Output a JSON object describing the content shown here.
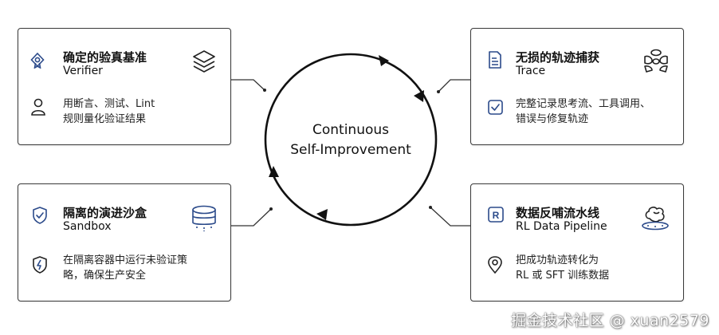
{
  "center": {
    "line1": "Continuous",
    "line2": "Self-Improvement"
  },
  "cards": {
    "verifier": {
      "title_cn": "确定的验真基准",
      "title_en": "Verifier",
      "desc_line1": "用断言、测试、Lint",
      "desc_line2": "规则量化验证结果",
      "icons": [
        "verified-badge-icon",
        "layers-icon",
        "person-icon"
      ]
    },
    "trace": {
      "title_cn": "无损的轨迹捕获",
      "title_en": "Trace",
      "desc_line1": "完整记录思考流、工具调用、",
      "desc_line2": "错误与修复轨迹",
      "icons": [
        "document-icon",
        "flow-nodes-icon",
        "check-square-icon"
      ]
    },
    "sandbox": {
      "title_cn": "隔离的演进沙盒",
      "title_en": "Sandbox",
      "desc_line1": "在隔离容器中运行未验证策",
      "desc_line2": "略，确保生产安全",
      "icons": [
        "shield-check-icon",
        "database-icon",
        "shield-lightning-icon"
      ]
    },
    "pipeline": {
      "title_cn": "数据反哺流水线",
      "title_en": "RL Data Pipeline",
      "desc_line1": "把成功轨迹转化为",
      "desc_line2": "RL 或 SFT 训练数据",
      "icons": [
        "r-square-icon",
        "brain-icon",
        "location-pin-icon"
      ]
    }
  },
  "watermark": "掘金技术社区 @ xuan2579"
}
